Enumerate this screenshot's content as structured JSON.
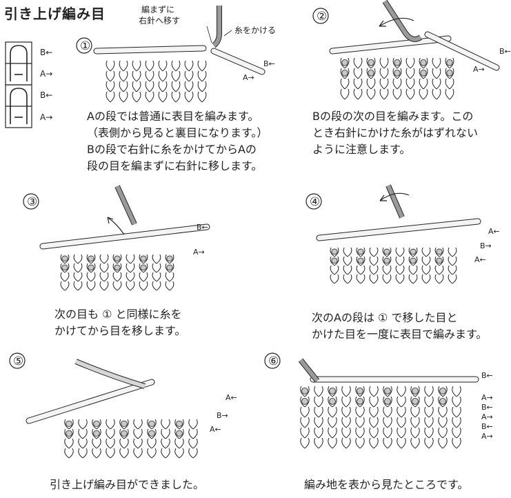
{
  "title": "引き上げ編み目",
  "symbol_labels": [
    "B←",
    "A→",
    "B←",
    "A→"
  ],
  "steps": [
    {
      "number": "①",
      "annotations": [
        "編まずに",
        "右針へ移す",
        "糸をかける"
      ],
      "row_labels": [
        "B←",
        "A→"
      ],
      "caption": [
        "Aの段では普通に表目を編みます。",
        "（表側から見ると裏目になります。）",
        "Bの段で右針に糸をかけてからAの",
        "段の目を編まずに右針に移します。"
      ]
    },
    {
      "number": "②",
      "annotations": [],
      "row_labels": [
        "B←",
        "A→"
      ],
      "caption": [
        "Bの段の次の目を編みます。この",
        "とき右針にかけた糸がはずれない",
        "ように注意します。"
      ]
    },
    {
      "number": "③",
      "annotations": [],
      "row_labels": [
        "B←",
        "A→"
      ],
      "caption": [
        "次の目も ① と同様に糸を",
        "かけてから目を移します。"
      ]
    },
    {
      "number": "④",
      "annotations": [],
      "row_labels": [
        "A←",
        "B→",
        "A←"
      ],
      "caption": [
        "次のAの段は ① で移した目と",
        "かけた目を一度に表目で編みます。"
      ]
    },
    {
      "number": "⑤",
      "annotations": [],
      "row_labels": [
        "A←",
        "B→",
        "A←"
      ],
      "caption": [
        "引き上げ編み目ができました。"
      ]
    },
    {
      "number": "⑥",
      "annotations": [],
      "row_labels": [
        "B←",
        "A→",
        "B←",
        "A→",
        "B←",
        "A→"
      ],
      "caption": [
        "編み地を表から見たところです。"
      ]
    }
  ],
  "colors": {
    "ink": "#222222",
    "yarn_gray": "#9a9a9a",
    "yarn_light": "#d6d6d6",
    "needle": "#f4f4f4"
  }
}
